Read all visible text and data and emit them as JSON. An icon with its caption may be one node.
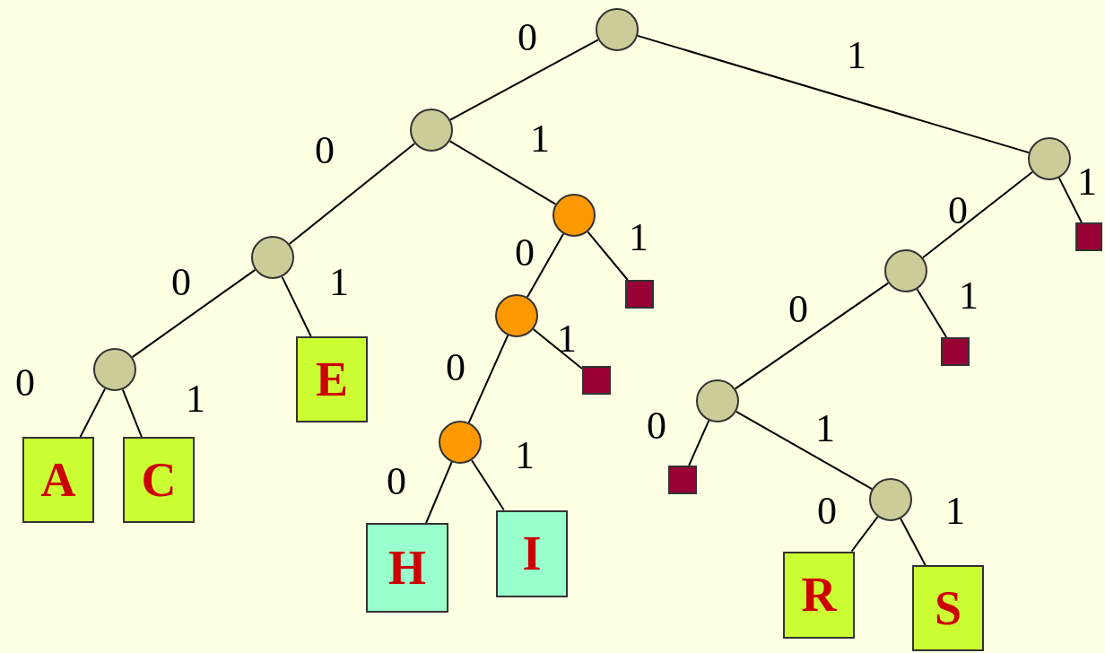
{
  "diagram": {
    "nodes": [
      {
        "text": [],
        "shape": "circle"
      },
      {
        "text": [],
        "shape": "circle"
      },
      {
        "text": [],
        "shape": "circle"
      },
      {
        "text": [],
        "shape": "circle"
      },
      {
        "text": [],
        "shape": "box"
      },
      {
        "text": [],
        "shape": "circle"
      },
      {
        "text": [],
        "shape": "circle"
      },
      {
        "text": [],
        "shape": "box"
      },
      {
        "text": [],
        "shape": "circle"
      },
      {
        "text": [],
        "shape": "box"
      },
      {
        "text": [],
        "shape": "circle"
      },
      {
        "text": [
          "E"
        ]
      },
      {
        "text": [],
        "shape": "box"
      },
      {
        "text": [],
        "shape": "circle"
      },
      {
        "text": [],
        "shape": "circle"
      },
      {
        "text": [],
        "shape": "box"
      },
      {
        "text": [
          "A"
        ]
      },
      {
        "text": [
          "C"
        ]
      },
      {
        "text": [],
        "shape": "circle"
      },
      {
        "text": [
          "I"
        ]
      },
      {
        "text": [
          "H"
        ]
      },
      {
        "text": [
          "R"
        ]
      },
      {
        "text": [
          "S"
        ]
      }
    ],
    "edges": [
      {
        "from": 0,
        "to": 1,
        "arrow": "none",
        "label": "0"
      },
      {
        "from": 0,
        "to": 2,
        "arrow": "none",
        "label": "1"
      },
      {
        "from": 1,
        "to": 5,
        "arrow": "none",
        "label": "0"
      },
      {
        "from": 1,
        "to": 3,
        "arrow": "none",
        "label": "1"
      },
      {
        "from": 5,
        "to": 10,
        "arrow": "none",
        "label": "0"
      },
      {
        "from": 5,
        "to": 11,
        "arrow": "none",
        "label": "1"
      },
      {
        "from": 10,
        "to": 16,
        "arrow": "none",
        "label": "0"
      },
      {
        "from": 10,
        "to": 17,
        "arrow": "none",
        "label": "1"
      },
      {
        "from": 3,
        "to": 8,
        "arrow": "none",
        "label": "0"
      },
      {
        "from": 3,
        "to": 7,
        "arrow": "none",
        "label": "1"
      },
      {
        "from": 8,
        "to": 14,
        "arrow": "none",
        "label": "0"
      },
      {
        "from": 8,
        "to": 12,
        "arrow": "none",
        "label": "1"
      },
      {
        "from": 14,
        "to": 20,
        "arrow": "none",
        "label": "0"
      },
      {
        "from": 14,
        "to": 19,
        "arrow": "none",
        "label": "1"
      },
      {
        "from": 2,
        "to": 6,
        "arrow": "none",
        "label": "0"
      },
      {
        "from": 2,
        "to": 4,
        "arrow": "none",
        "label": "1"
      },
      {
        "from": 6,
        "to": 13,
        "arrow": "none",
        "label": "0"
      },
      {
        "from": 6,
        "to": 9,
        "arrow": "none",
        "label": "1"
      },
      {
        "from": 13,
        "to": 15,
        "arrow": "none",
        "label": "0"
      },
      {
        "from": 13,
        "to": 18,
        "arrow": "none",
        "label": "1"
      },
      {
        "from": 18,
        "to": 21,
        "arrow": "none",
        "label": "0"
      },
      {
        "from": 18,
        "to": 22,
        "arrow": "none",
        "label": "1"
      }
    ]
  }
}
